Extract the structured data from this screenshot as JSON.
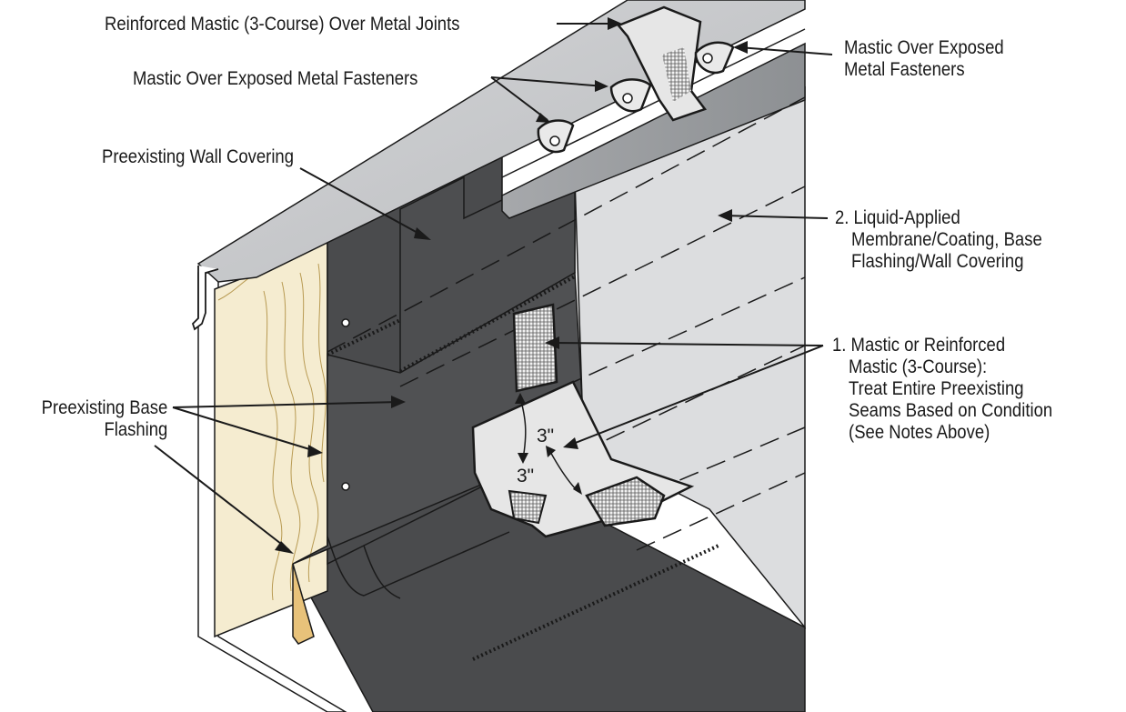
{
  "callouts": {
    "reinforced_mastic_joints": [
      "Reinforced Mastic (3-Course) Over Metal Joints"
    ],
    "mastic_fasteners_left": [
      "Mastic Over Exposed Metal Fasteners"
    ],
    "mastic_fasteners_right": [
      "Mastic Over Exposed",
      "Metal Fasteners"
    ],
    "preexisting_wall_covering": [
      "Preexisting Wall Covering"
    ],
    "liquid_applied": [
      "2. Liquid-Applied",
      "Membrane/Coating, Base",
      "Flashing/Wall Covering"
    ],
    "mastic_or_reinforced": [
      "1. Mastic or Reinforced",
      "Mastic (3-Course):",
      "Treat Entire Preexisting",
      "Seams Based on Condition",
      "(See Notes Above)"
    ],
    "preexisting_base_flashing": [
      "Preexisting Base",
      "Flashing"
    ]
  },
  "dimensions": {
    "upper": "3\"",
    "lower": "3\""
  },
  "colors": {
    "dark_membrane": "#4a4b4d",
    "light_coating": "#dcdddf",
    "metal_coping": "#a4a6a9",
    "wood": "#f5ecd0",
    "wood_grain": "#b89a52",
    "cant": "#e8c27a",
    "outline": "#1a1a1a"
  }
}
